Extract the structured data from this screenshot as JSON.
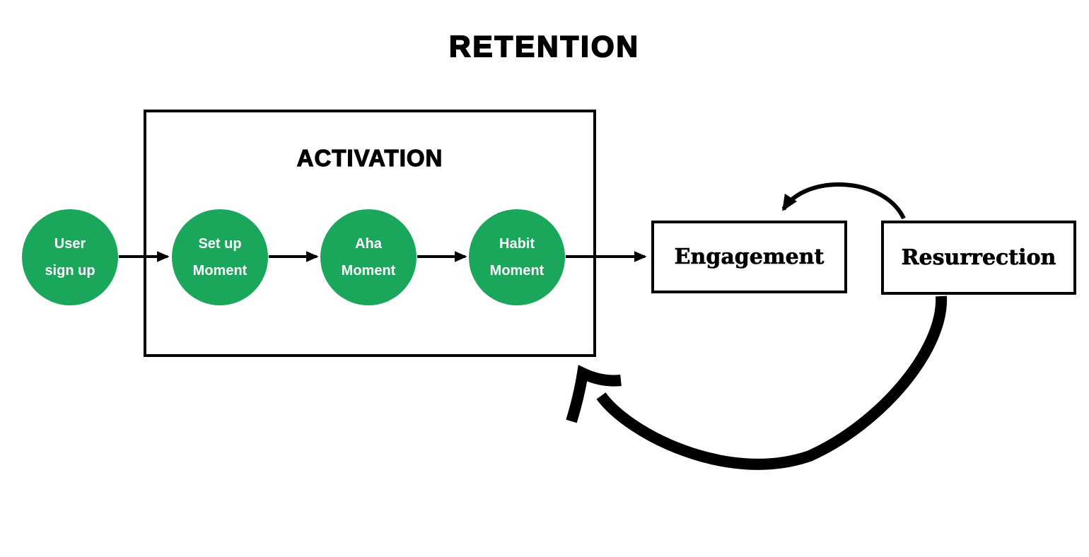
{
  "diagram": {
    "title": "RETENTION",
    "activation_group": {
      "label": "ACTIVATION"
    },
    "stages": [
      {
        "id": "user-sign-up",
        "line1": "User",
        "line2": "sign up"
      },
      {
        "id": "set-up-moment",
        "line1": "Set up",
        "line2": "Moment"
      },
      {
        "id": "aha-moment",
        "line1": "Aha",
        "line2": "Moment"
      },
      {
        "id": "habit-moment",
        "line1": "Habit",
        "line2": "Moment"
      }
    ],
    "nodes": {
      "engagement": {
        "label": "Engagement"
      },
      "resurrection": {
        "label": "Resurrection"
      }
    },
    "edges": [
      {
        "from": "user-sign-up",
        "to": "set-up-moment",
        "style": "straight-arrow"
      },
      {
        "from": "set-up-moment",
        "to": "aha-moment",
        "style": "straight-arrow"
      },
      {
        "from": "aha-moment",
        "to": "habit-moment",
        "style": "straight-arrow"
      },
      {
        "from": "habit-moment",
        "to": "engagement",
        "style": "straight-arrow"
      },
      {
        "from": "resurrection",
        "to": "engagement",
        "style": "thin-curved-arrow"
      },
      {
        "from": "resurrection",
        "to": "activation-group",
        "style": "thick-curved-arrow"
      }
    ],
    "colors": {
      "stage_fill": "#1aa75c",
      "stage_text": "#ffffff",
      "line": "#000000",
      "text": "#000000",
      "background": "#ffffff"
    }
  }
}
